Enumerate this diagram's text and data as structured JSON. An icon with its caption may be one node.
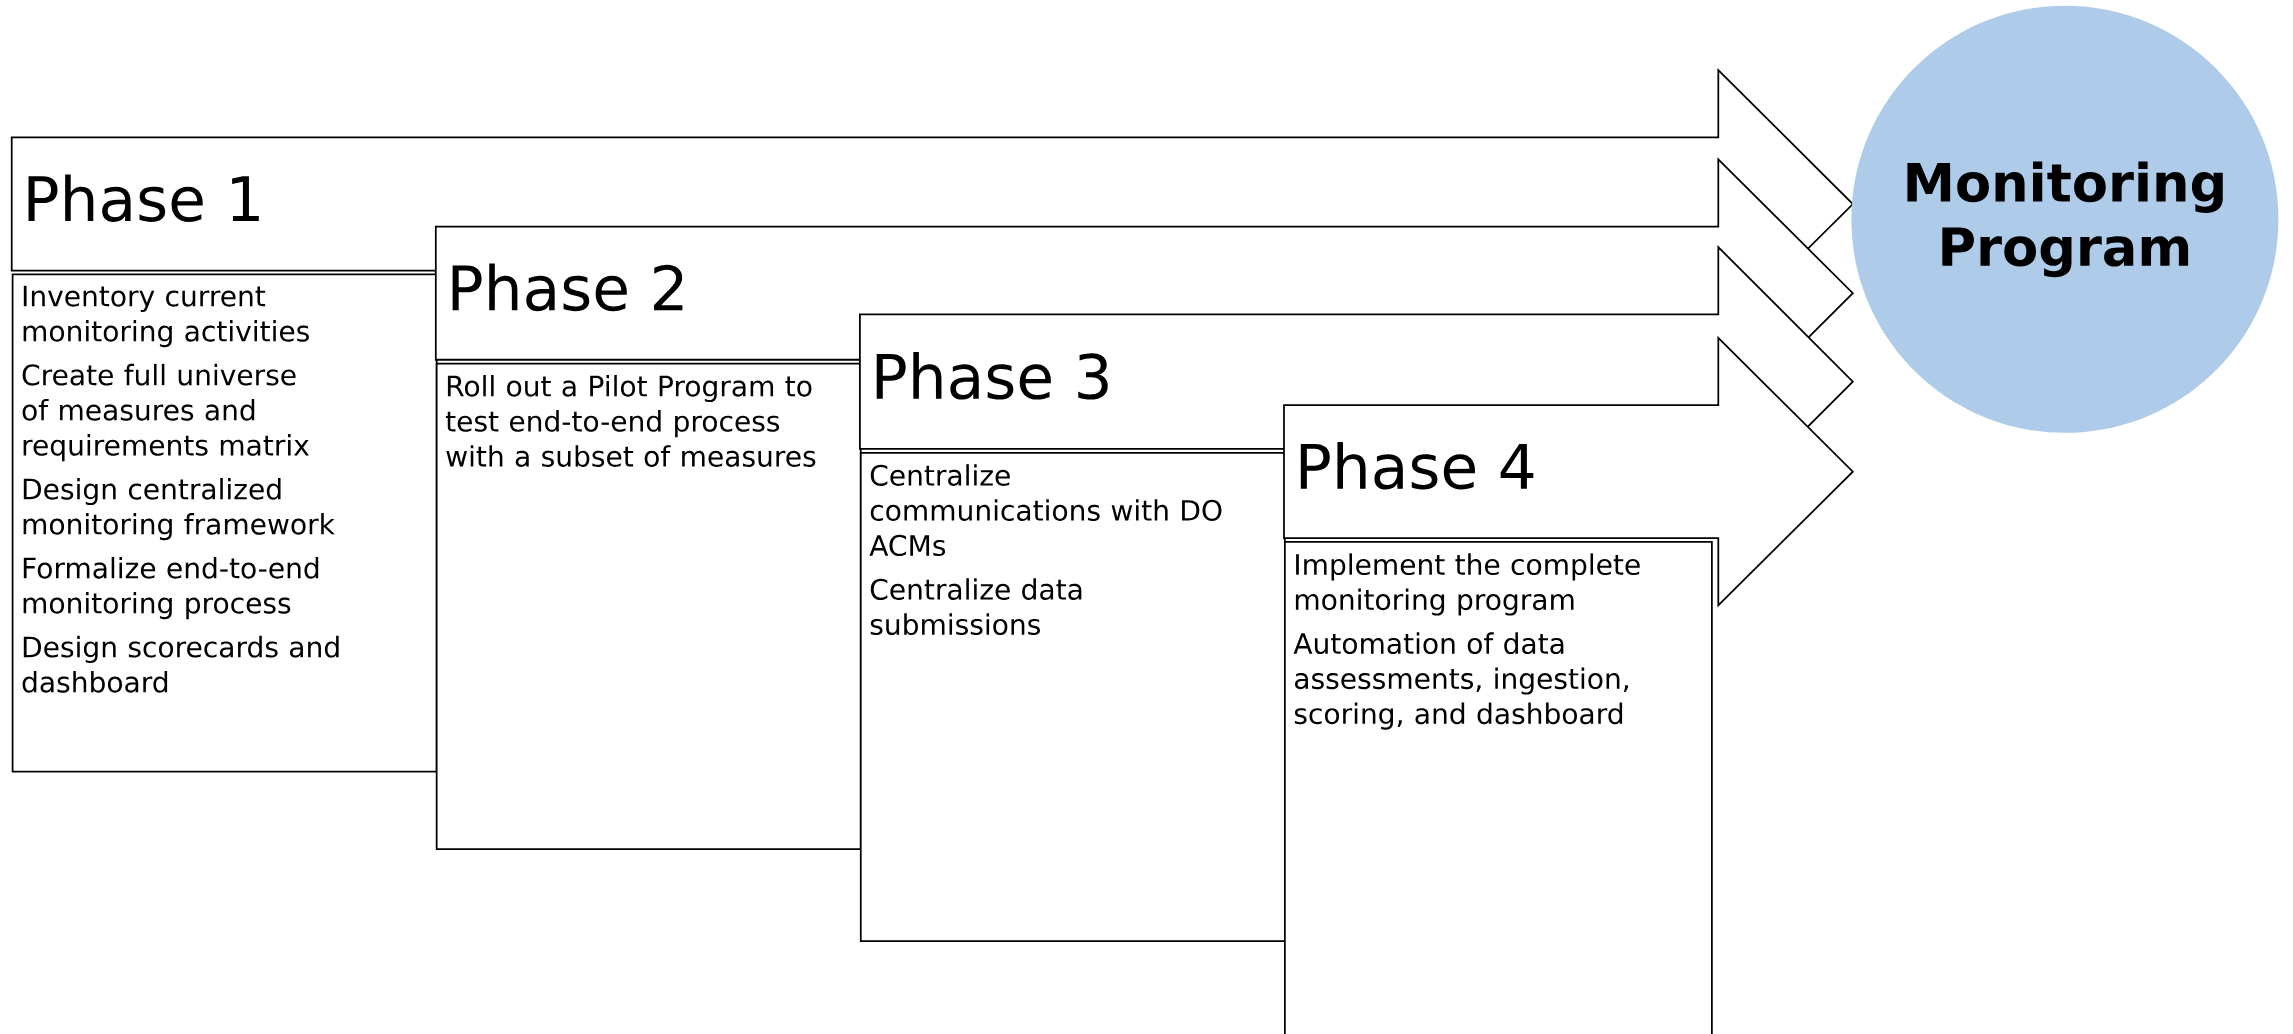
{
  "diagram": {
    "nodes": [
      {
        "text": [
          "Phase 1"
        ]
      },
      {
        "text": [
          "Inventory current monitoring activities",
          "Create full universe of measures and requirements matrix",
          "Design centralized monitoring framework",
          "Formalize end-to-end monitoring process",
          "Design scorecards and dashboard"
        ]
      },
      {
        "text": [
          "Phase 2"
        ]
      },
      {
        "text": [
          "Roll out a Pilot Program to test end-to-end process with a subset of measures"
        ]
      },
      {
        "text": [
          "Phase 3"
        ]
      },
      {
        "text": [
          "Centralize communications with DO ACMs",
          "Centralize data submissions"
        ]
      },
      {
        "text": [
          "Phase 4"
        ]
      },
      {
        "text": [
          "Implement the complete monitoring program",
          "Automation of data assessments, ingestion, scoring, and dashboard"
        ]
      },
      {
        "text": [
          "Monitoring Program"
        ]
      }
    ]
  }
}
